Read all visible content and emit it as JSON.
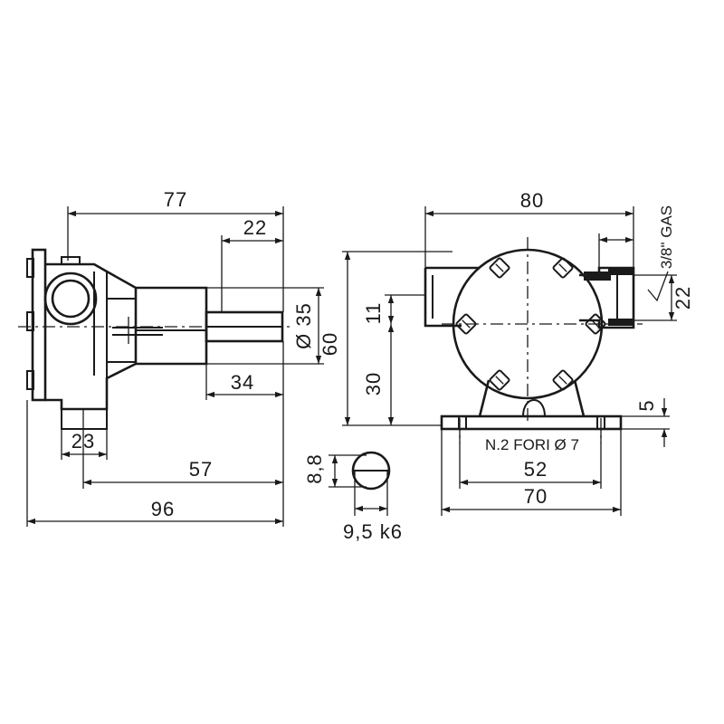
{
  "side_view": {
    "dim_overall_top": "77",
    "dim_shaft_top": "22",
    "dim_shaft_dia": "Ø 35",
    "dim_shaft_bottom": "34",
    "dim_foot": "23",
    "dim_57": "57",
    "dim_96": "96"
  },
  "key_section": {
    "dim_height": "8,8",
    "dim_width": "9,5 k6"
  },
  "front_view": {
    "dim_width_top": "80",
    "dim_thread": "3/8\" GAS",
    "dim_port": "22",
    "dim_height": "60",
    "dim_center_offset": "11",
    "dim_center_height": "30",
    "dim_base_thickness": "5",
    "holes_note": "N.2 FORI Ø 7",
    "dim_hole_spacing": "52",
    "dim_base_width": "70"
  }
}
